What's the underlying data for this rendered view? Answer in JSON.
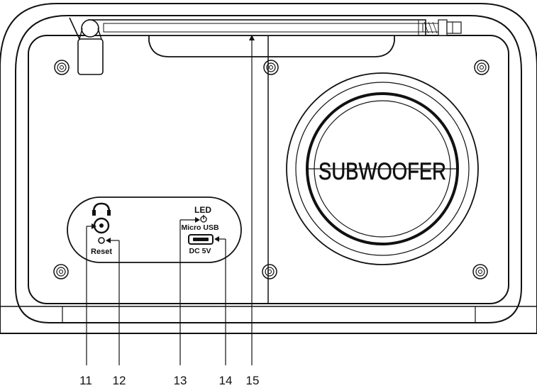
{
  "panel": {
    "headphone_symbol": "Ω",
    "reset_label": "Reset",
    "led_label": "LED",
    "power_symbol": "⏻",
    "micro_usb_label": "Micro  USB",
    "dc_label": "DC  5V"
  },
  "speaker": {
    "label": "SUBWOOFER"
  },
  "callouts": [
    {
      "number": "11",
      "target": "headphone-jack"
    },
    {
      "number": "12",
      "target": "reset-hole"
    },
    {
      "number": "13",
      "target": "power-led"
    },
    {
      "number": "14",
      "target": "micro-usb-port"
    },
    {
      "number": "15",
      "target": "telescopic-antenna"
    }
  ]
}
